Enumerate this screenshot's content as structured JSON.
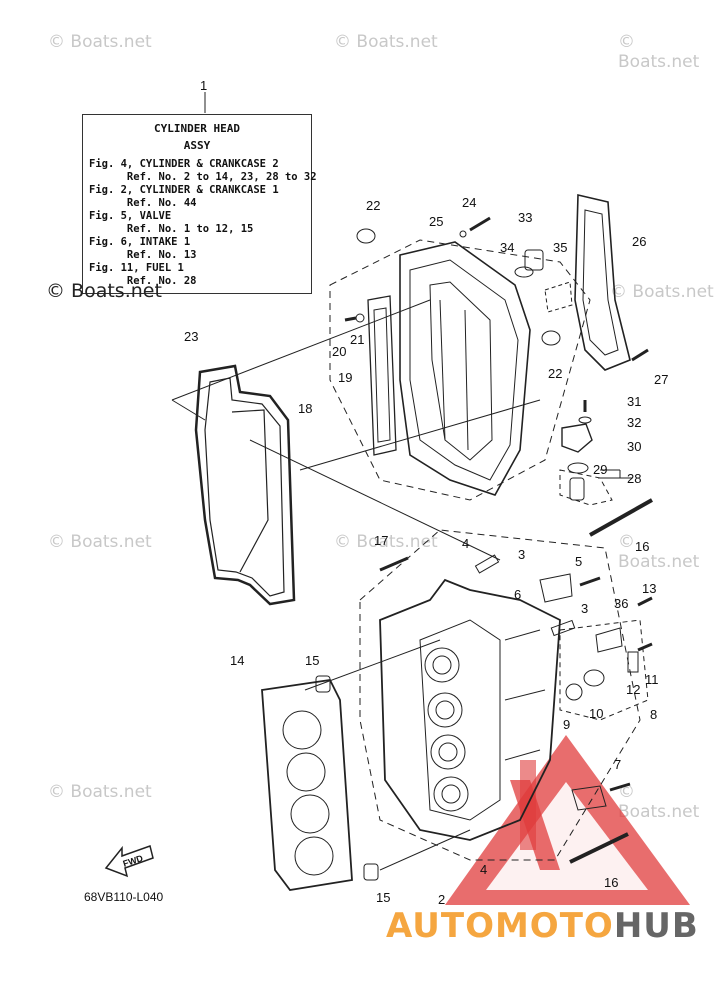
{
  "watermarks": [
    "© Boats.net",
    "© Boats.net",
    "© Boats.net",
    "© Boats.net",
    "© Boats.net",
    "© Boats.net",
    "© Boats.net",
    "© Boats.net",
    "© Boats.net"
  ],
  "watermark_dark": "© Boats.net",
  "callout": {
    "title1": "CYLINDER HEAD",
    "title2": "ASSY",
    "lines": [
      "Fig. 4, CYLINDER & CRANKCASE 2",
      "      Ref. No. 2 to 14, 23, 28 to 32",
      "Fig. 2, CYLINDER & CRANKCASE 1",
      "      Ref. No. 44",
      "Fig. 5, VALVE",
      "      Ref. No. 1 to 12, 15",
      "Fig. 6, INTAKE 1",
      "      Ref. No. 13",
      "Fig. 11, FUEL 1",
      "      Ref. No. 28"
    ]
  },
  "part_numbers": [
    "1",
    "22",
    "24",
    "25",
    "33",
    "34",
    "35",
    "26",
    "20",
    "21",
    "23",
    "19",
    "18",
    "22",
    "27",
    "31",
    "32",
    "30",
    "29",
    "28",
    "17",
    "4",
    "3",
    "5",
    "16",
    "6",
    "3",
    "36",
    "13",
    "15",
    "14",
    "12",
    "11",
    "9",
    "10",
    "8",
    "7",
    "4",
    "2",
    "15",
    "16"
  ],
  "fwd_label": "FWD",
  "diagram_code": "68VB110-L040",
  "brand": {
    "part1": "AUTOMOTO",
    "part2": "HUB"
  },
  "colors": {
    "watermark": "#c8c8c8",
    "logo_red": "#e03c3c",
    "brand_orange": "#f5a640",
    "brand_gray": "#666666"
  }
}
